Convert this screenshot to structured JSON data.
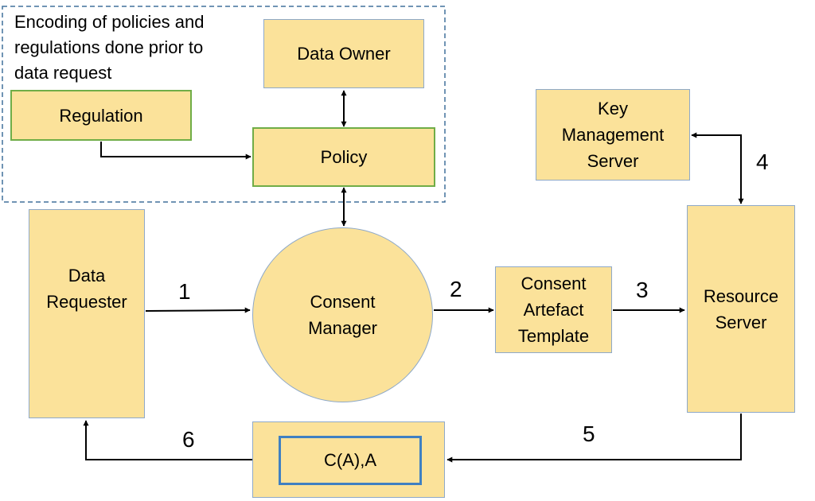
{
  "note": "Encoding of policies and\nregulations done prior to\ndata request",
  "nodes": {
    "data_owner": "Data Owner",
    "regulation": "Regulation",
    "policy": "Policy",
    "key_management_server": "Key\nManagement\nServer",
    "data_requester": "Data\nRequester",
    "consent_manager": "Consent\nManager",
    "consent_artefact_template": "Consent\nArtefact\nTemplate",
    "resource_server": "Resource\nServer",
    "ca_output": "C(A),A"
  },
  "steps": [
    "1",
    "2",
    "3",
    "4",
    "5",
    "6"
  ],
  "colors": {
    "box_fill": "#fbe29a",
    "box_border": "#8ea9c9",
    "green_border": "#70ad47",
    "inner_border": "#3f80c2",
    "dashed_border": "#41719c"
  }
}
